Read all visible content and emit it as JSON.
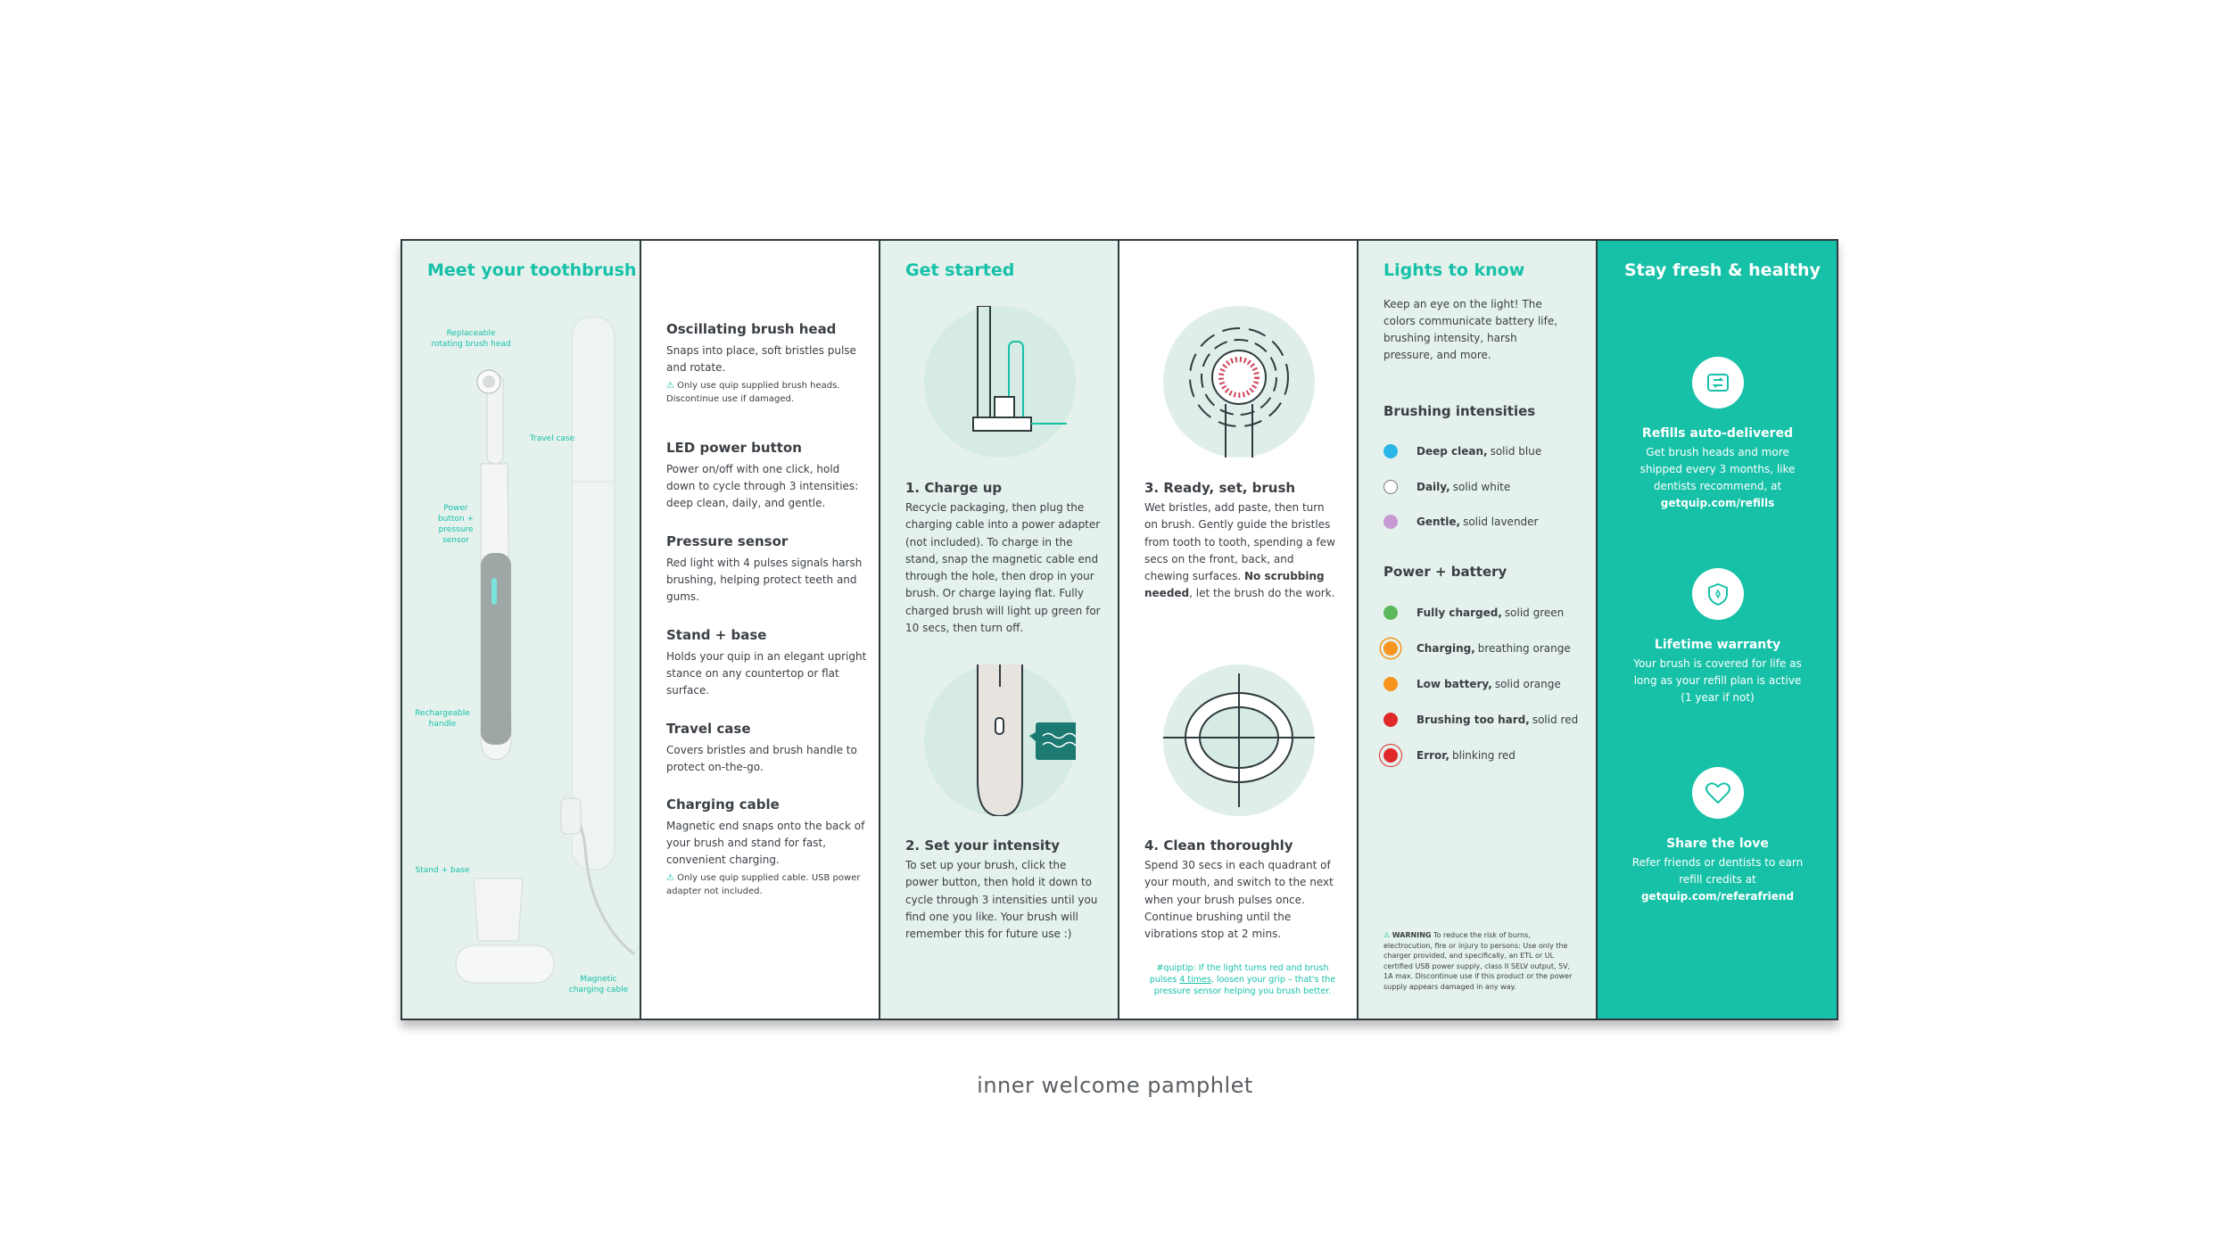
{
  "panels": {
    "meet": {
      "title": "Meet your toothbrush",
      "labels": {
        "brush_head": "Replaceable rotating brush head",
        "travel_case": "Travel case",
        "power_button": "Power button + pressure sensor",
        "handle": "Rechargeable handle",
        "stand": "Stand + base",
        "cable": "Magnetic charging cable"
      }
    },
    "features": [
      {
        "title": "Oscillating brush head",
        "text": "Snaps into place, soft bristles pulse and rotate.",
        "note": "Only use quip supplied brush heads. Discontinue use if damaged."
      },
      {
        "title": "LED power button",
        "text": "Power on/off with one click, hold down to cycle through 3 intensities: deep clean, daily, and gentle.",
        "note": ""
      },
      {
        "title": "Pressure sensor",
        "text": "Red light with 4 pulses signals harsh brushing, helping protect teeth and gums.",
        "note": ""
      },
      {
        "title": "Stand + base",
        "text": "Holds your quip in an elegant upright stance on any countertop or flat surface.",
        "note": ""
      },
      {
        "title": "Travel case",
        "text": "Covers bristles and brush handle to protect on-the-go.",
        "note": ""
      },
      {
        "title": "Charging cable",
        "text": "Magnetic end snaps onto the back of your brush and stand for fast, convenient charging.",
        "note": "Only use quip supplied cable. USB power adapter not included."
      }
    ],
    "get_started": {
      "title": "Get started",
      "steps": [
        {
          "title": "1. Charge up",
          "text": "Recycle packaging, then plug the charging cable into a power adapter (not included). To charge in the stand, snap the magnetic cable end through the hole, then drop in your brush. Or charge laying flat. Fully charged brush will light up green for 10 secs, then turn off."
        },
        {
          "title": "2. Set your intensity",
          "text": "To set up your brush, click the power button, then hold it down to cycle through 3 intensities until you find one you like. Your brush will remember this for future use :)"
        },
        {
          "title": "3. Ready, set, brush",
          "text_a": "Wet bristles, add paste, then turn on brush. Gently guide the bristles from tooth to tooth, spending a few secs on the front, back, and chewing surfaces.",
          "bold": "No scrubbing needed",
          "text_b": ", let the brush do the work."
        },
        {
          "title": "4. Clean thoroughly",
          "text": "Spend 30 secs in each quadrant of your mouth, and switch to the next when your brush pulses once. Continue brushing until the vibrations stop at 2 mins."
        }
      ],
      "tip_a": "#quiptip: If the light turns red and brush pulses ",
      "tip_u": "4 times",
      "tip_b": ", loosen your grip – that's the pressure sensor helping you brush better."
    },
    "lights": {
      "title": "Lights to know",
      "intro": "Keep an eye on the light! The colors communicate battery life, brushing intensity, harsh pressure, and more.",
      "intensities_head": "Brushing intensities",
      "intensities": [
        {
          "name": "Deep clean,",
          "desc": "solid blue",
          "color": "#2bb6e8"
        },
        {
          "name": "Daily,",
          "desc": "solid white",
          "color": "#ffffff"
        },
        {
          "name": "Gentle,",
          "desc": "solid lavender",
          "color": "#c79ad3"
        }
      ],
      "battery_head": "Power + battery",
      "battery": [
        {
          "name": "Fully charged,",
          "desc": "solid green",
          "color": "#5cb85c"
        },
        {
          "name": "Charging,",
          "desc": "breathing orange",
          "color": "#f7941d"
        },
        {
          "name": "Low battery,",
          "desc": "solid orange",
          "color": "#f7941d"
        },
        {
          "name": "Brushing too hard,",
          "desc": "solid red",
          "color": "#e02a2a"
        },
        {
          "name": "Error,",
          "desc": "blinking red",
          "color": "#e02a2a"
        }
      ],
      "warning_head": "WARNING",
      "warning": "To reduce the risk of burns, electrocution, fire or injury to persons: Use only the charger provided, and specifically, an ETL or UL certified USB power supply, class II SELV output, 5V, 1A max. Discontinue use if this product or the power supply appears damaged in any way."
    },
    "fresh": {
      "title": "Stay fresh & healthy",
      "benefits": [
        {
          "title": "Refills auto-delivered",
          "text": "Get brush heads and more shipped every 3 months, like dentists recommend, at",
          "link": "getquip.com/refills",
          "icon": "refill-box-icon"
        },
        {
          "title": "Lifetime warranty",
          "text": "Your brush is covered for life as long as your refill plan is active  (1 year if not)",
          "link": "",
          "icon": "shield-icon"
        },
        {
          "title": "Share the love",
          "text": "Refer friends or dentists to earn refill credits at",
          "link": "getquip.com/referafriend",
          "icon": "heart-icon"
        }
      ]
    }
  },
  "caption": "inner welcome pamphlet",
  "colors": {
    "accent": "#17c1a8",
    "panel_tint": "#e4f1ec",
    "ink": "#3a3f45"
  }
}
